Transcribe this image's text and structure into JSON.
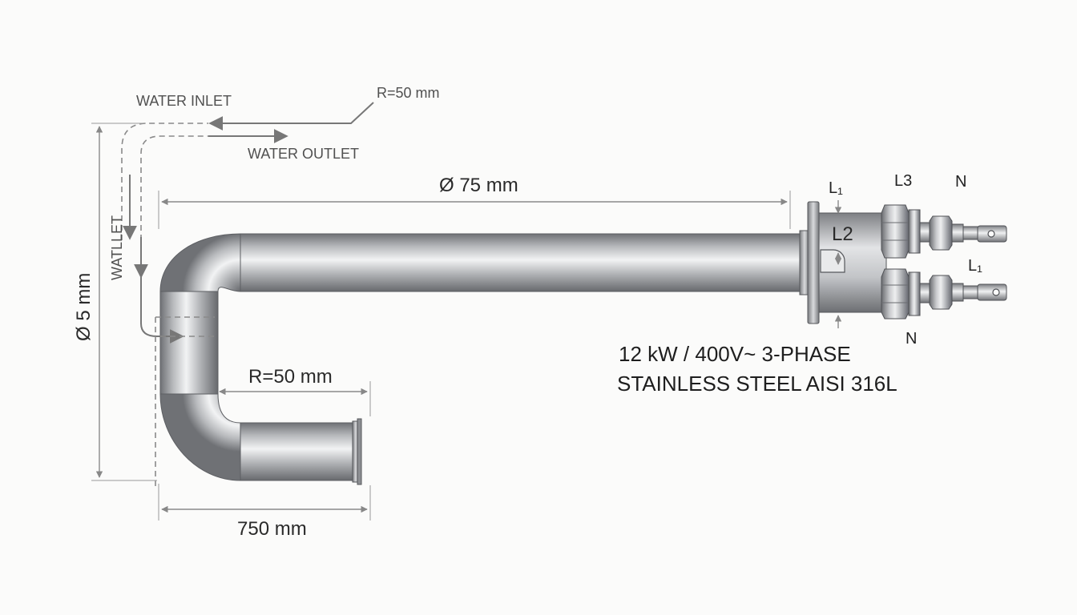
{
  "flow": {
    "water_inlet_label": "WATER INLET",
    "water_outlet_label": "WATER OUTLET",
    "side_label": "WATLLET"
  },
  "dimensions": {
    "radius_top": "R=50 mm",
    "length_top": "Ø 75 mm",
    "height_left": "Ø 5 mm",
    "radius_bottom": "R=50 mm",
    "length_bottom": "750 mm"
  },
  "terminals": {
    "l1_top": "L₁",
    "l3": "L3",
    "n_top": "N",
    "l2": "L2",
    "l1_right": "L₁",
    "n_bottom": "N"
  },
  "specs": {
    "line1": "12 kW / 400V~ 3-PHASE",
    "line2": "STAINLESS STEEL AISI 316L"
  },
  "colors": {
    "steel_dark": "#6f7175",
    "steel_light": "#f2f3f4",
    "line": "#8a8a8a",
    "text": "#2a2a2a"
  }
}
